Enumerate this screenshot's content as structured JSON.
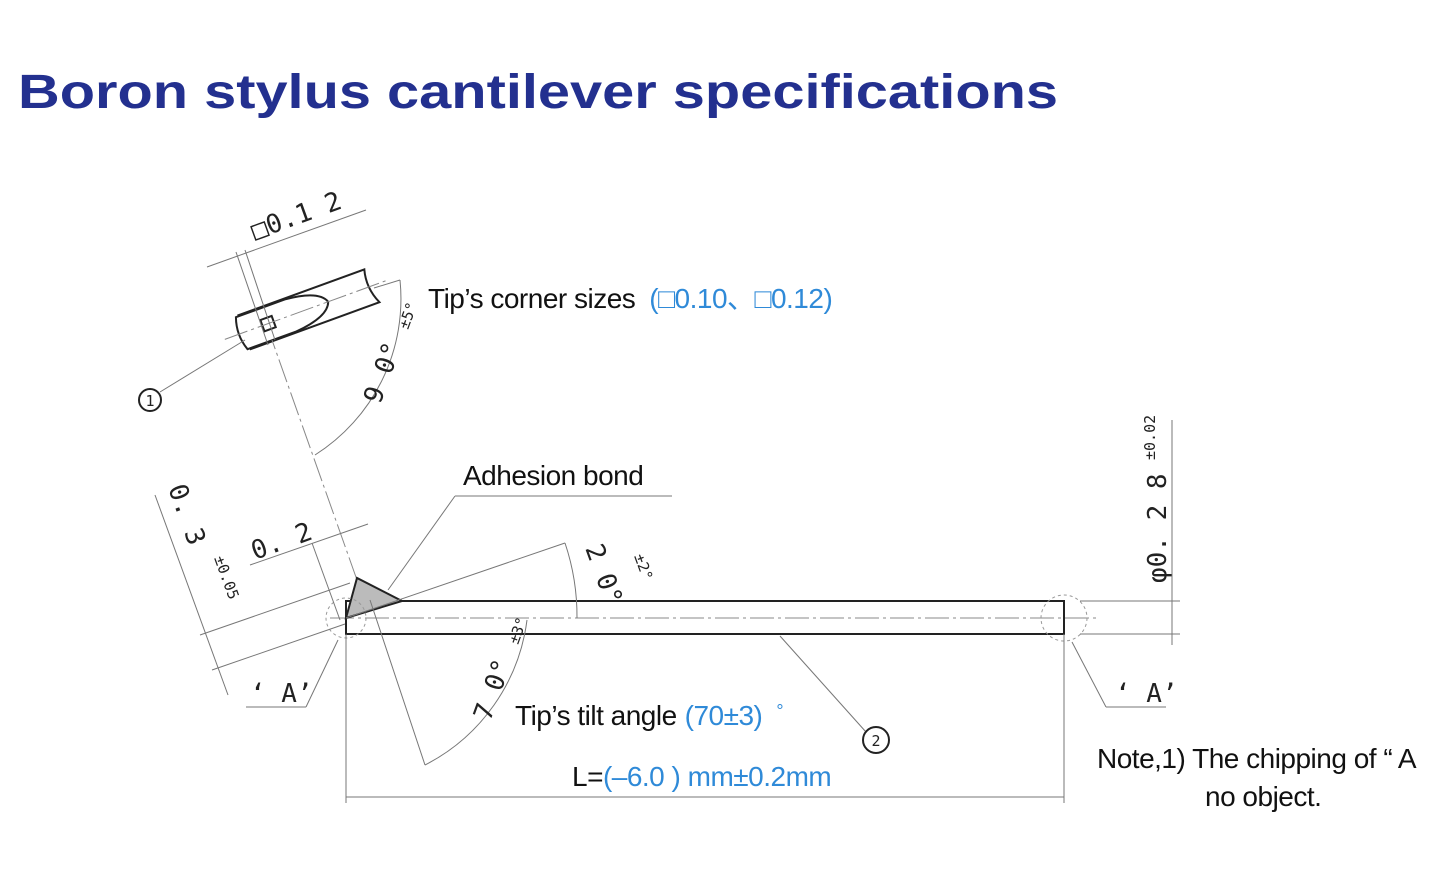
{
  "title": "Boron stylus cantilever specifications",
  "labels": {
    "tip_corner_sizes": "Tip’s corner sizes",
    "tip_corner_values": "(□0.10、□0.12)",
    "adhesion_bond": "Adhesion bond",
    "tip_tilt_angle": "Tip’s tilt angle",
    "tilt_value": "(70±3)",
    "degree": "°",
    "length_prefix": "L=",
    "length_value": "(–6.0 )  mm±0.2mm",
    "note_line1": "Note,1) The chipping of “ A",
    "note_line2": "no object."
  },
  "dimensions": {
    "tip_square": "□0.1 2",
    "angle_90": "9 0°",
    "angle_90_tol": "±5°",
    "tip_height": "0. 3",
    "tip_height_tol": "±0.05",
    "tip_width": "0. 2",
    "angle_20": "2 0°",
    "angle_20_tol": "±2°",
    "angle_70": "7 0°",
    "angle_70_tol": "±3°",
    "diameter": "φ0. 2 8",
    "diameter_tol": "±0.02",
    "detail_a_left": "‘ A’",
    "detail_a_right": "‘ A’",
    "callout_1": "1",
    "callout_2": "2"
  },
  "colors": {
    "title": "#23308f",
    "accent": "#2f8ad8"
  }
}
